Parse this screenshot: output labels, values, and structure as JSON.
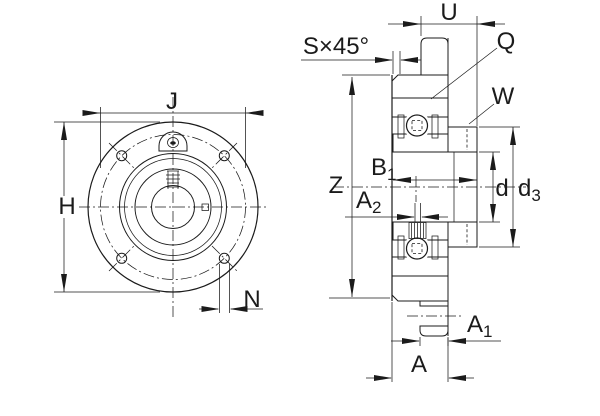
{
  "title": "Flanged bearing housing unit technical drawing, front view and cross-section",
  "front_view": {
    "h": "H",
    "j": "J",
    "n": "N"
  },
  "section_view": {
    "u": "U",
    "q": "Q",
    "w": "W",
    "s45": "S×45°",
    "z": "Z",
    "a": "A",
    "a1": {
      "main": "A",
      "sub": "1"
    },
    "a2": {
      "main": "A",
      "sub": "2"
    },
    "b1": {
      "main": "B",
      "sub": "1"
    },
    "d": "d",
    "d3": {
      "main": "d",
      "sub": "3"
    }
  },
  "colors": {
    "line": "#1b1b1b",
    "background": "#ffffff",
    "seal_fill": "#4a4a4a"
  }
}
